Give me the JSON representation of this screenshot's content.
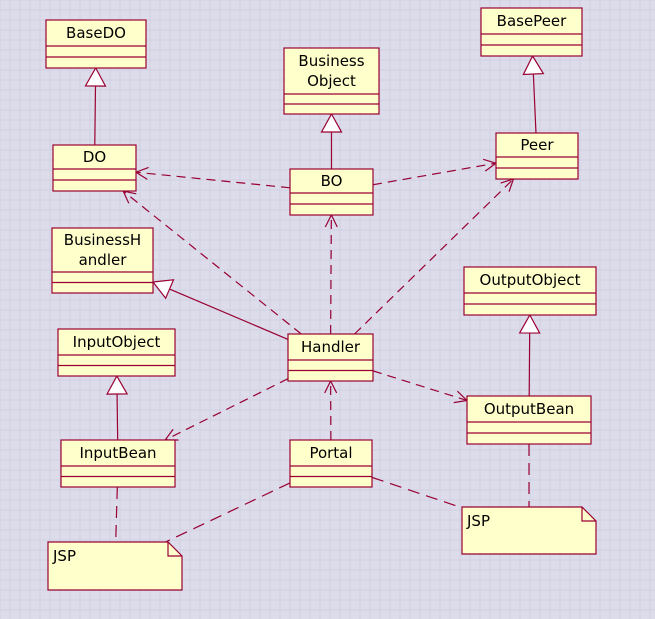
{
  "colors": {
    "background": "#dcdcea",
    "box_fill": "#ffffcc",
    "box_stroke": "#990033",
    "line": "#990033",
    "text": "#000000"
  },
  "classes": [
    {
      "id": "basedo",
      "lines": [
        "BaseDO"
      ]
    },
    {
      "id": "basepeer",
      "lines": [
        "BasePeer"
      ]
    },
    {
      "id": "businessobject",
      "lines": [
        "Business",
        "Object"
      ]
    },
    {
      "id": "do",
      "lines": [
        "DO"
      ]
    },
    {
      "id": "bo",
      "lines": [
        "BO"
      ]
    },
    {
      "id": "peer",
      "lines": [
        "Peer"
      ]
    },
    {
      "id": "businesshandler",
      "lines": [
        "BusinessH",
        "andler"
      ]
    },
    {
      "id": "outputobject",
      "lines": [
        "OutputObject"
      ]
    },
    {
      "id": "inputobject",
      "lines": [
        "InputObject"
      ]
    },
    {
      "id": "handler",
      "lines": [
        "Handler"
      ]
    },
    {
      "id": "inputbean",
      "lines": [
        "InputBean"
      ]
    },
    {
      "id": "portal",
      "lines": [
        "Portal"
      ]
    },
    {
      "id": "outputbean",
      "lines": [
        "OutputBean"
      ]
    }
  ],
  "notes": [
    {
      "id": "jsp-left",
      "text": "JSP"
    },
    {
      "id": "jsp-right",
      "text": "JSP"
    }
  ],
  "generalizations": [
    {
      "from": "do",
      "to": "basedo"
    },
    {
      "from": "bo",
      "to": "businessobject"
    },
    {
      "from": "peer",
      "to": "basepeer"
    },
    {
      "from": "handler",
      "to": "businesshandler"
    },
    {
      "from": "inputbean",
      "to": "inputobject"
    },
    {
      "from": "outputbean",
      "to": "outputobject"
    }
  ],
  "dependencies": [
    {
      "from": "bo",
      "to": "do"
    },
    {
      "from": "bo",
      "to": "peer"
    },
    {
      "from": "handler",
      "to": "do"
    },
    {
      "from": "handler",
      "to": "bo"
    },
    {
      "from": "handler",
      "to": "peer"
    },
    {
      "from": "handler",
      "to": "inputbean"
    },
    {
      "from": "handler",
      "to": "outputbean"
    },
    {
      "from": "portal",
      "to": "handler"
    }
  ],
  "note_links": [
    {
      "from": "inputbean",
      "to": "jsp-left"
    },
    {
      "from": "portal",
      "to": "jsp-left"
    },
    {
      "from": "portal",
      "to": "jsp-right"
    },
    {
      "from": "outputbean",
      "to": "jsp-right"
    }
  ]
}
